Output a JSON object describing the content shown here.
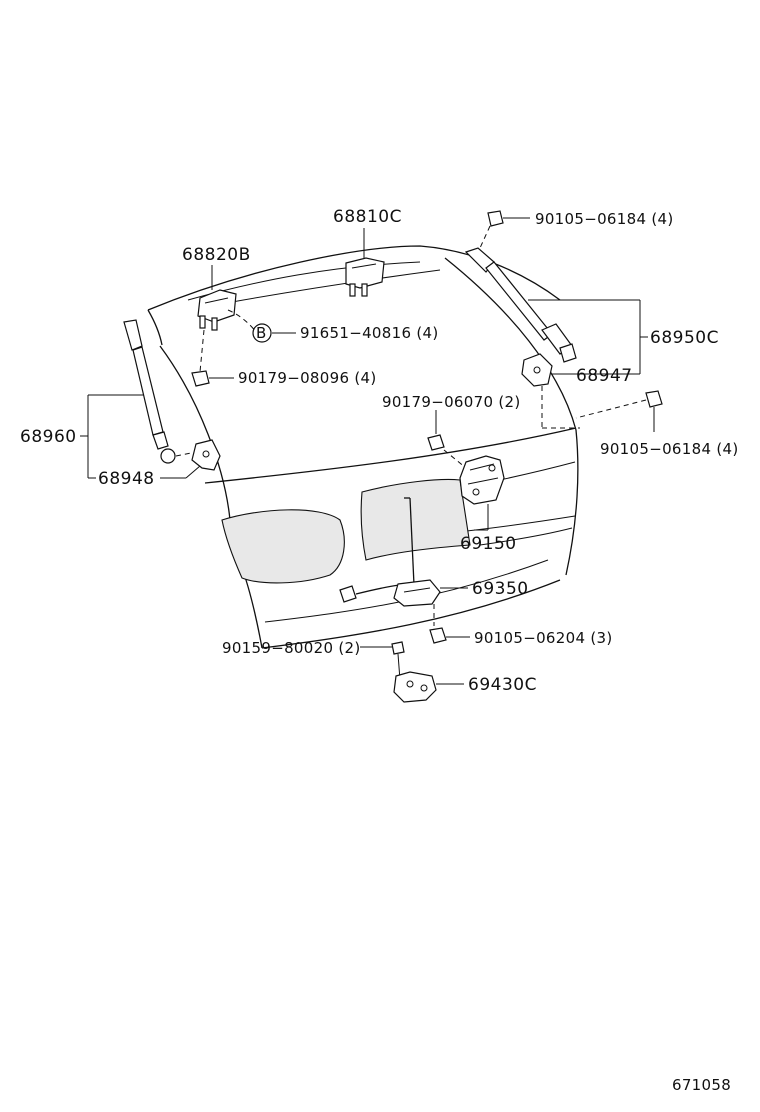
{
  "diagram": {
    "callouts": {
      "p68810C": "68810C",
      "p68820B": "68820B",
      "p90105_06184_top": "90105−06184 (4)",
      "p91651_40816": "91651−40816 (4)",
      "p68950C": "68950C",
      "p90179_08096": "90179−08096 (4)",
      "p68947": "68947",
      "p90179_06070": "90179−06070 (2)",
      "p90105_06184_right": "90105−06184 (4)",
      "p68960": "68960",
      "p68948": "68948",
      "p69150": "69150",
      "p69350": "69350",
      "p90159_80020": "90159−80020 (2)",
      "p90105_06204": "90105−06204 (3)",
      "p69430C": "69430C"
    },
    "circle_marker": "B",
    "figure_number": "671058"
  }
}
